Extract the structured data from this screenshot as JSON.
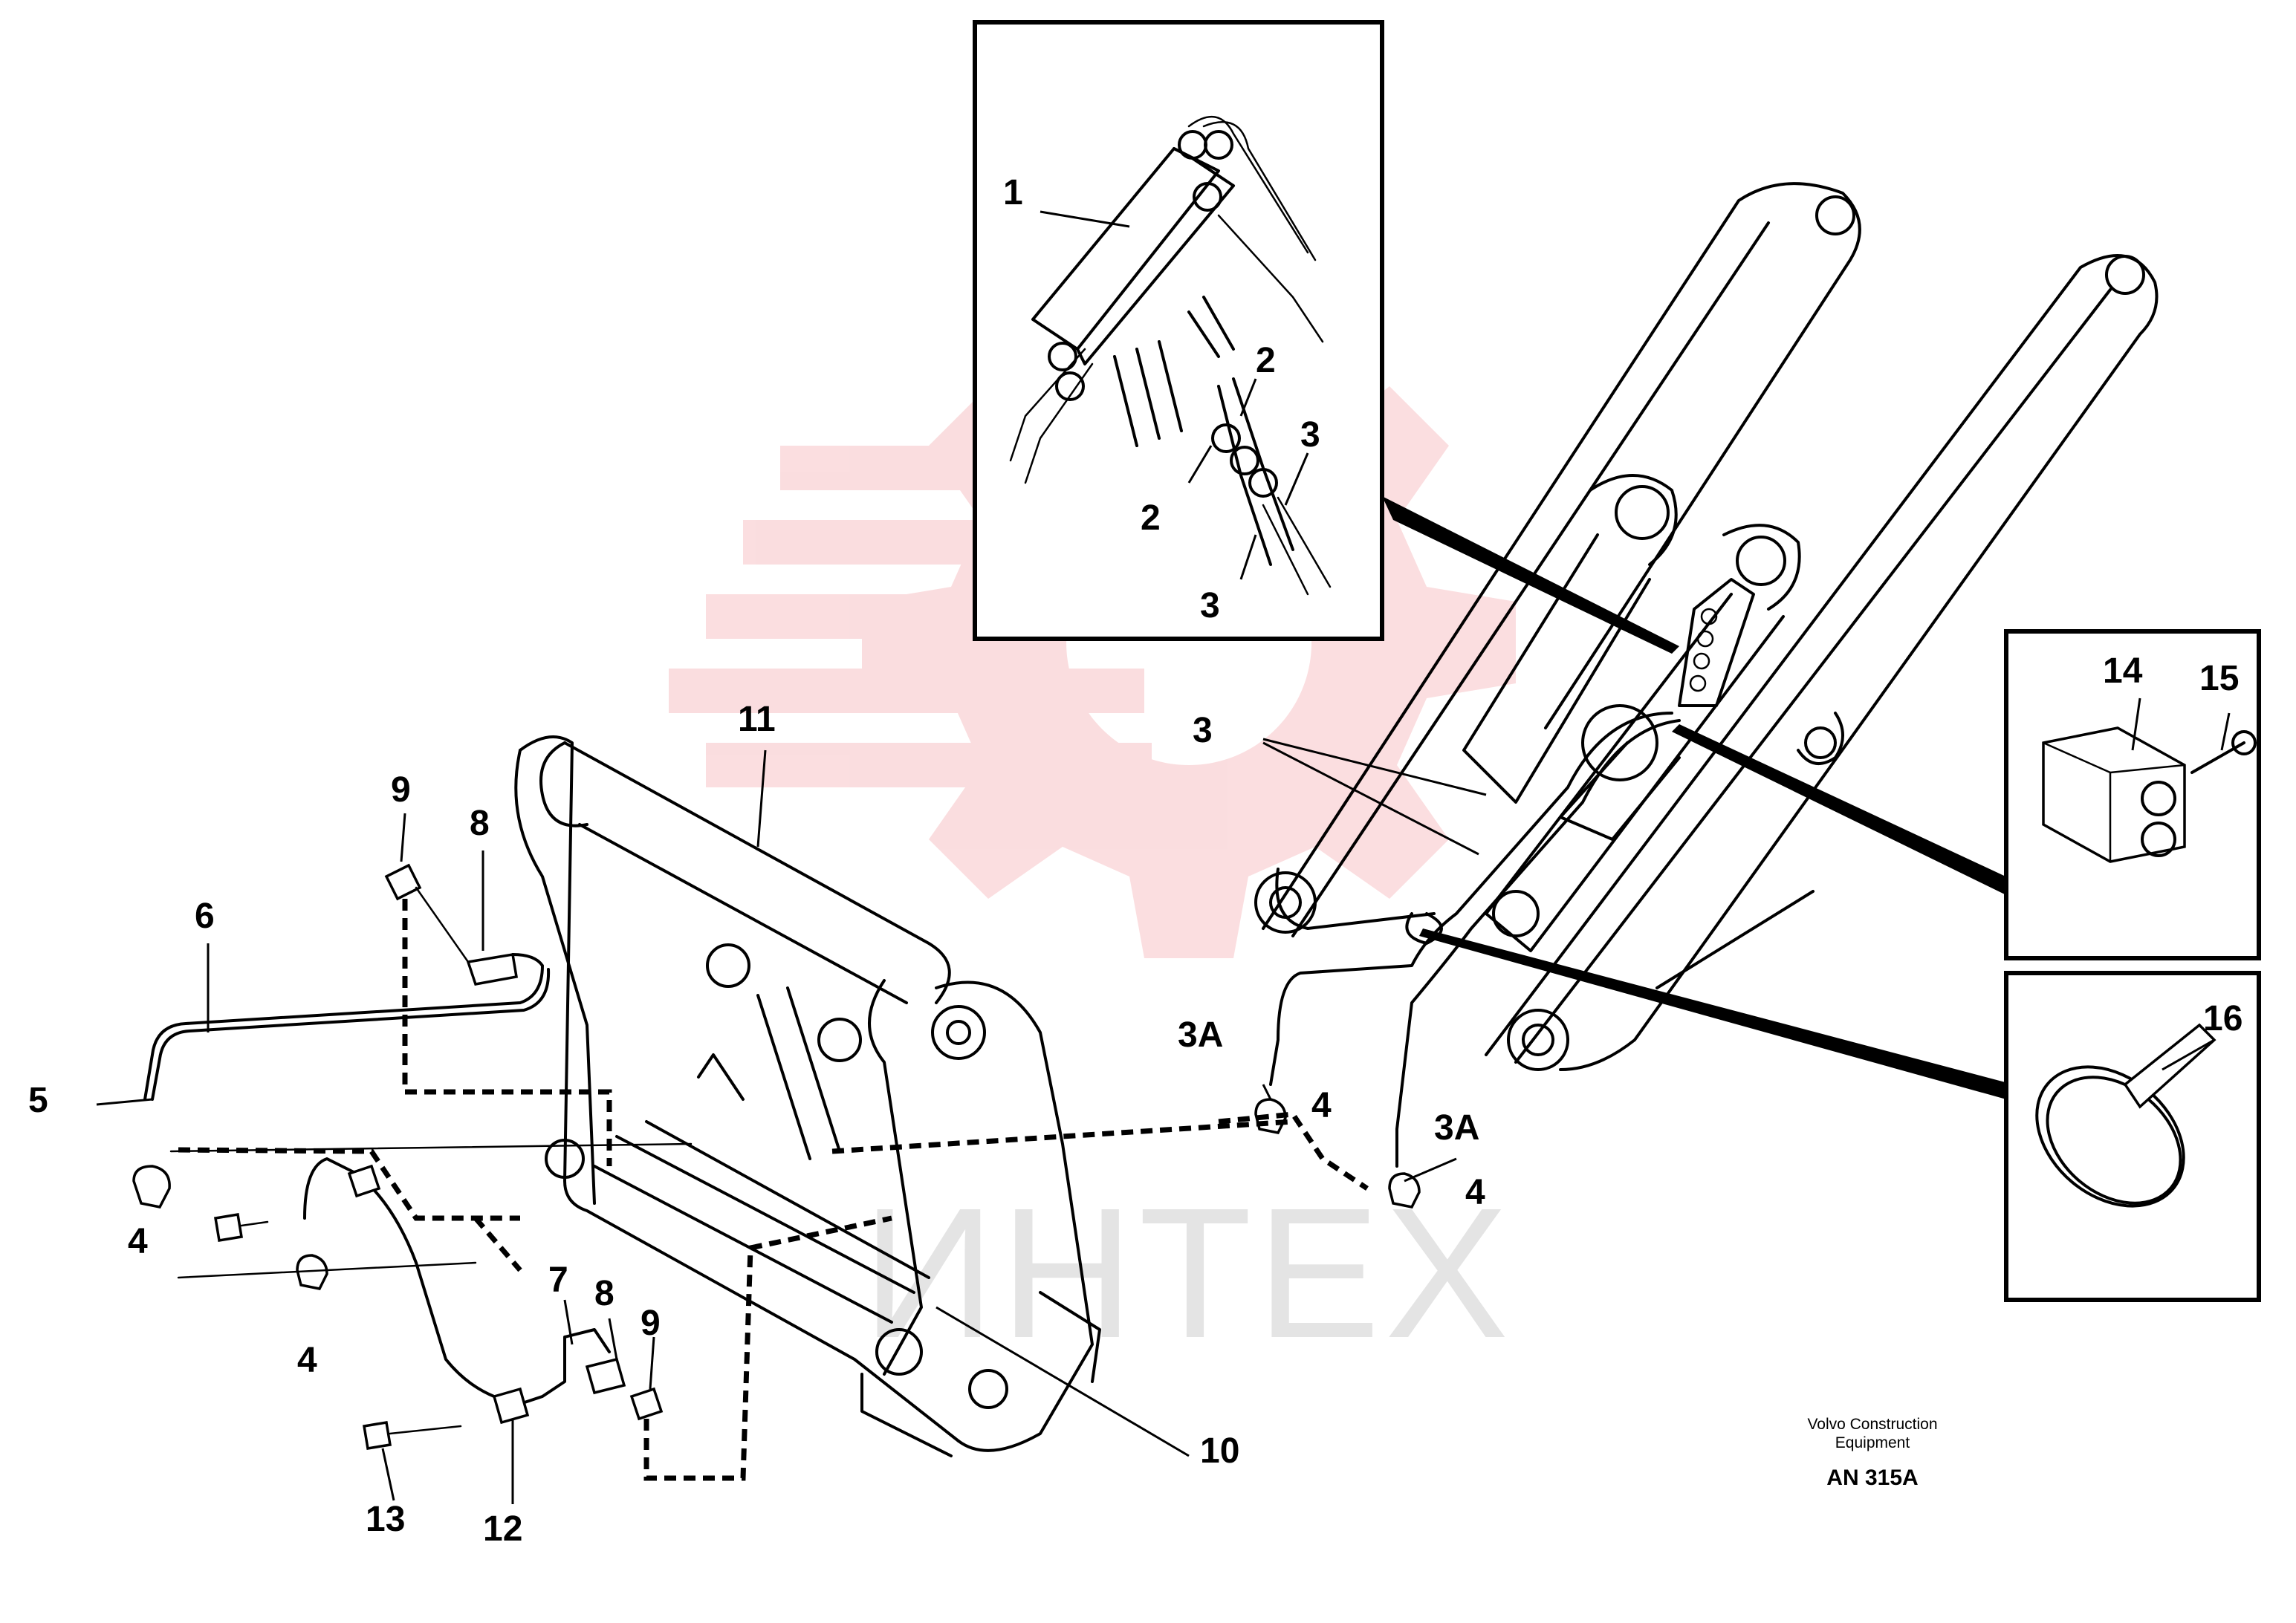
{
  "callouts": {
    "c1": "1",
    "c2a": "2",
    "c2b": "2",
    "c3a": "3",
    "c3b": "3",
    "c3c": "3",
    "c3A_a": "3A",
    "c3A_b": "3A",
    "c4a": "4",
    "c4b": "4",
    "c4c": "4",
    "c4d": "4",
    "c5": "5",
    "c6": "6",
    "c7": "7",
    "c8a": "8",
    "c8b": "8",
    "c9a": "9",
    "c9b": "9",
    "c10": "10",
    "c11": "11",
    "c12": "12",
    "c13": "13",
    "c14": "14",
    "c15": "15",
    "c16": "16"
  },
  "credit": {
    "line1": "Volvo Construction",
    "line2": "Equipment",
    "drawing_number": "AN 315A"
  },
  "watermark": {
    "text": "ИНТЕХ",
    "color": "#e0000f"
  }
}
